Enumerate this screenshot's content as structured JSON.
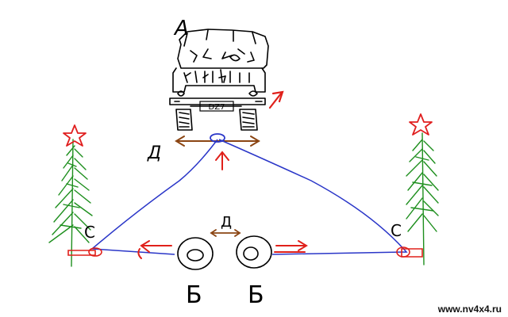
{
  "labels": {
    "truck": "А",
    "tree_left": "С",
    "tree_right": "С",
    "wheel_left": "Б",
    "wheel_right": "Б",
    "pulley_top": "Д",
    "pulley_mid": "Д",
    "plate": "DZ7"
  },
  "watermark": "www.nv4x4.ru",
  "colors": {
    "rope": "#2a36c8",
    "arrow": "#e0201a",
    "brown": "#8b4513",
    "tree": "#1e8f1e",
    "star": "#e01f1f",
    "ink": "#000000"
  }
}
